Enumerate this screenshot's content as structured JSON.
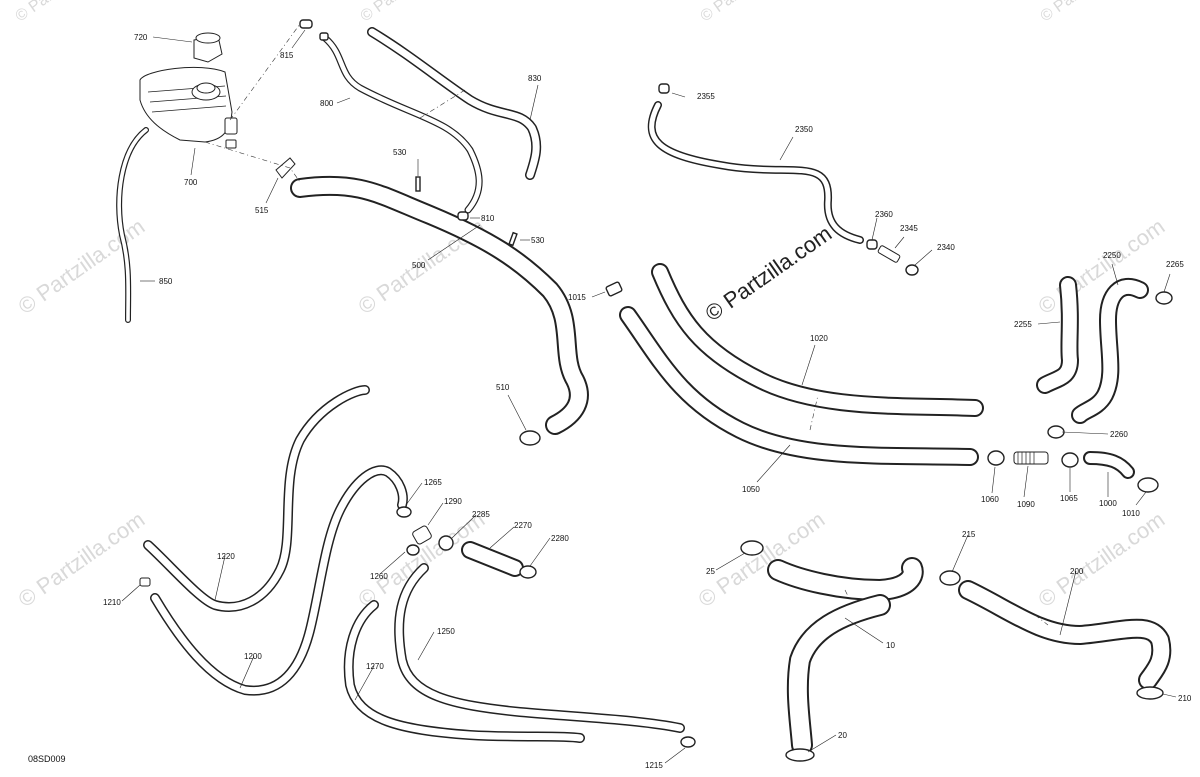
{
  "diagram": {
    "code": "08SD009",
    "watermark": "© Partzilla.com",
    "center_watermark": "© Partzilla.com",
    "part_numbers": {
      "p720": "720",
      "p815": "815",
      "p830": "830",
      "p800": "800",
      "p700": "700",
      "p530a": "530",
      "p530b": "530",
      "p515": "515",
      "p810": "810",
      "p500": "500",
      "p850": "850",
      "p2355": "2355",
      "p2350": "2350",
      "p2360": "2360",
      "p2345": "2345",
      "p2340": "2340",
      "p1015": "1015",
      "p510": "510",
      "p1020": "1020",
      "p2250": "2250",
      "p2265": "2265",
      "p2255": "2255",
      "p2260": "2260",
      "p1050": "1050",
      "p1060": "1060",
      "p1090": "1090",
      "p1065": "1065",
      "p1000": "1000",
      "p1010": "1010",
      "p1265": "1265",
      "p1290": "1290",
      "p2285": "2285",
      "p2270": "2270",
      "p2280": "2280",
      "p1220": "1220",
      "p1260": "1260",
      "p1210": "1210",
      "p1250": "1250",
      "p1200": "1200",
      "p1270": "1270",
      "p1215": "1215",
      "p215": "215",
      "p25": "25",
      "p200": "200",
      "p10": "10",
      "p210": "210",
      "p20": "20"
    }
  }
}
